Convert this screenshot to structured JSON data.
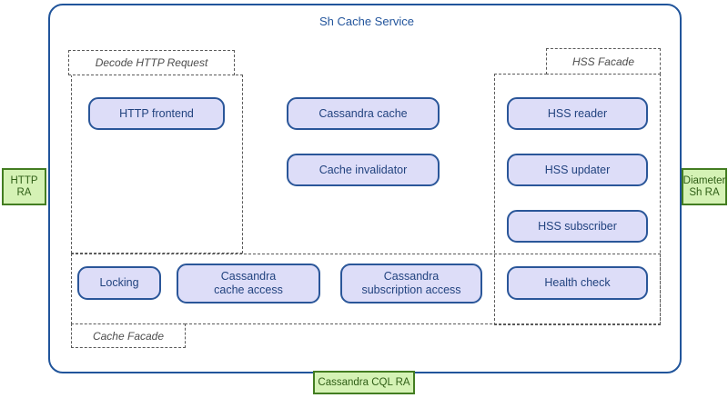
{
  "diagram": {
    "title": "Sh Cache Service",
    "colors": {
      "service_border": "#21559b",
      "service_title_text": "#23559c",
      "node_fill": "#ddddf8",
      "node_border": "#2a5699",
      "node_text": "#22437f",
      "group_border": "#5a5a5a",
      "group_label_text": "#4d4d4d",
      "ra_fill": "#d5f2b5",
      "ra_border": "#437d21",
      "ra_text": "#2f5e16",
      "background": "#ffffff"
    }
  },
  "groups": {
    "decode_http_request": {
      "label": "Decode HTTP Request"
    },
    "hss_facade": {
      "label": "HSS Facade"
    },
    "cache_facade": {
      "label": "Cache Facade"
    }
  },
  "nodes": [
    {
      "id": "http-frontend",
      "label": "HTTP frontend"
    },
    {
      "id": "cassandra-cache",
      "label": "Cassandra cache"
    },
    {
      "id": "cache-invalidator",
      "label": "Cache invalidator"
    },
    {
      "id": "hss-reader",
      "label": "HSS reader"
    },
    {
      "id": "hss-updater",
      "label": "HSS updater"
    },
    {
      "id": "hss-subscriber",
      "label": "HSS subscriber"
    },
    {
      "id": "locking",
      "label": "Locking"
    },
    {
      "id": "cassandra-cache-access",
      "label": "Cassandra\ncache access"
    },
    {
      "id": "cassandra-subscription-access",
      "label": "Cassandra\nsubscription access"
    },
    {
      "id": "health-check",
      "label": "Health check"
    }
  ],
  "resource_adapters": [
    {
      "id": "http-ra",
      "label": "HTTP\nRA",
      "position": "left"
    },
    {
      "id": "diameter-sh-ra",
      "label": "Diameter\nSh RA",
      "position": "right"
    },
    {
      "id": "cassandra-cql-ra",
      "label": "Cassandra CQL RA",
      "position": "bottom"
    }
  ]
}
